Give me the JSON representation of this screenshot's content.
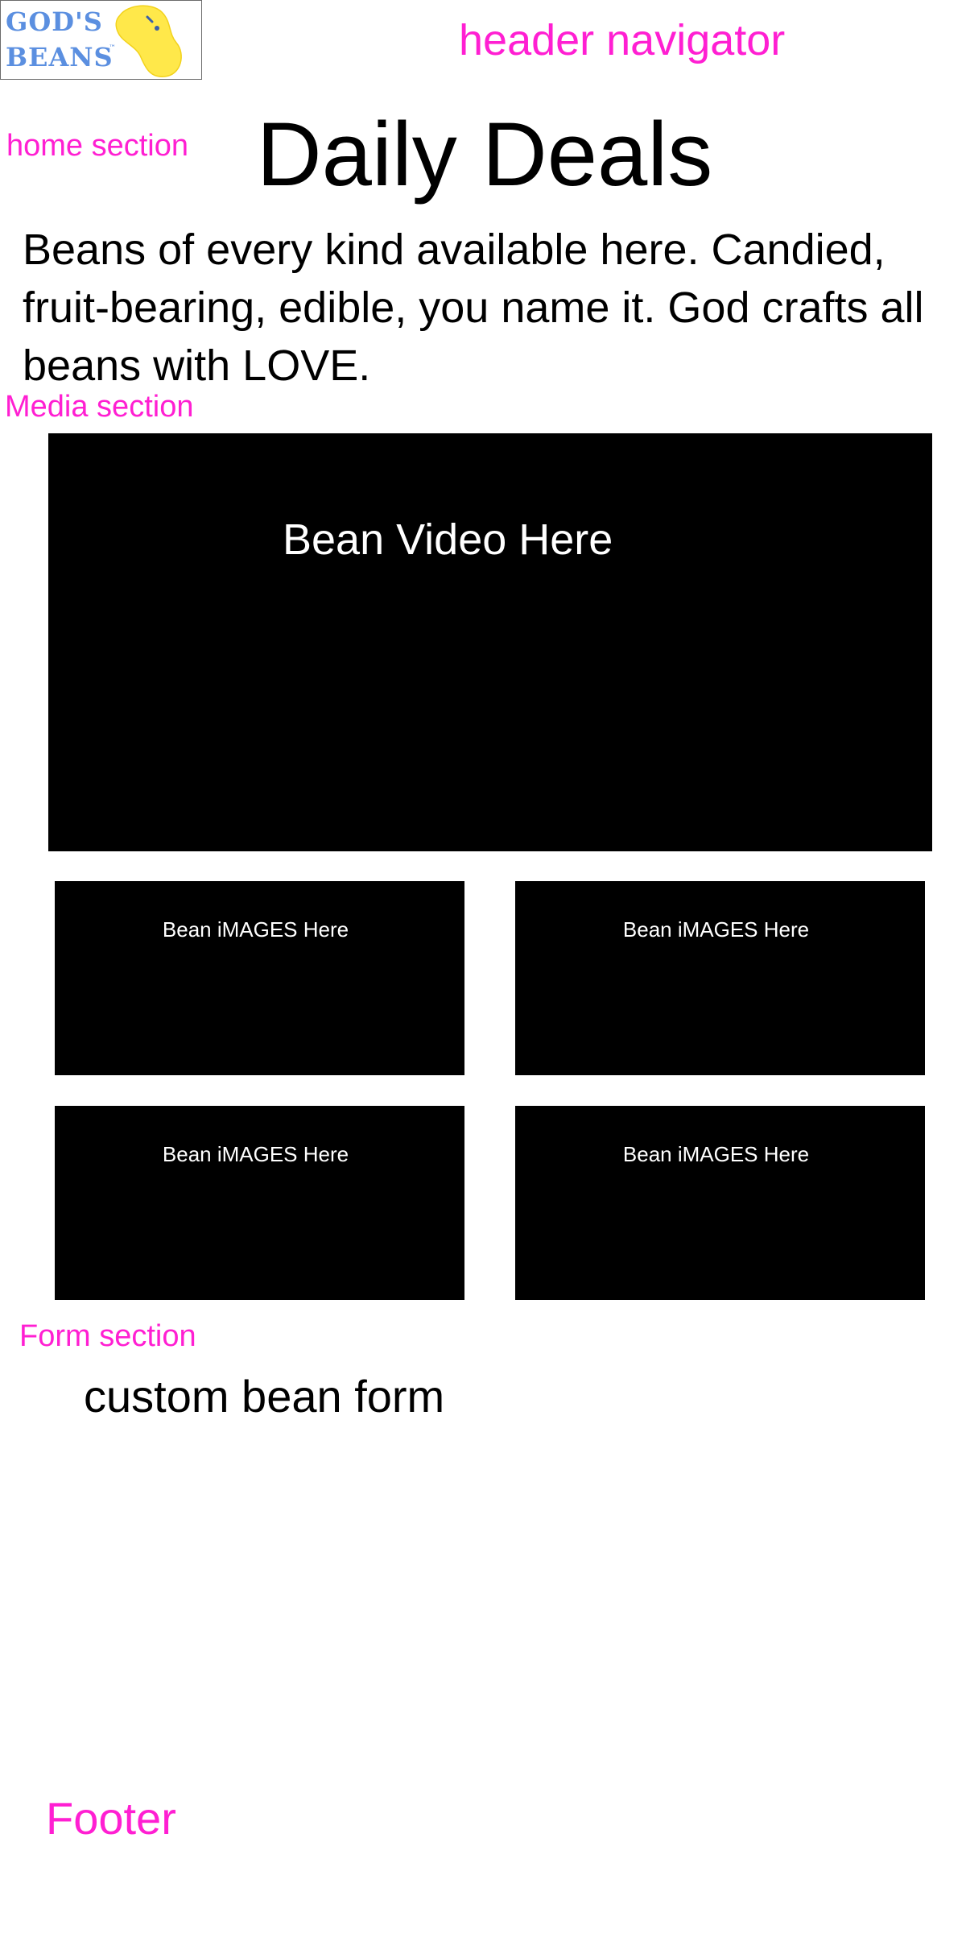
{
  "logo": {
    "line1": "GOD'S",
    "line2": "BEANS",
    "trademark": "™",
    "text_color": "#5b8fe0",
    "bean_color": "#ffe84a"
  },
  "labels": {
    "header": "header navigator",
    "home": "home section",
    "media": "Media section",
    "form": "Form section",
    "footer": "Footer",
    "color": "#ff1fd2"
  },
  "home": {
    "title": "Daily Deals",
    "intro": "Beans of every kind available here. Candied, fruit-bearing, edible, you name it. God crafts all beans with LOVE."
  },
  "media": {
    "video_caption": "Bean Video Here",
    "images": [
      {
        "caption": "Bean iMAGES Here"
      },
      {
        "caption": "Bean iMAGES Here"
      },
      {
        "caption": "Bean iMAGES Here"
      },
      {
        "caption": "Bean iMAGES Here"
      }
    ]
  },
  "form": {
    "title": "custom bean form"
  }
}
